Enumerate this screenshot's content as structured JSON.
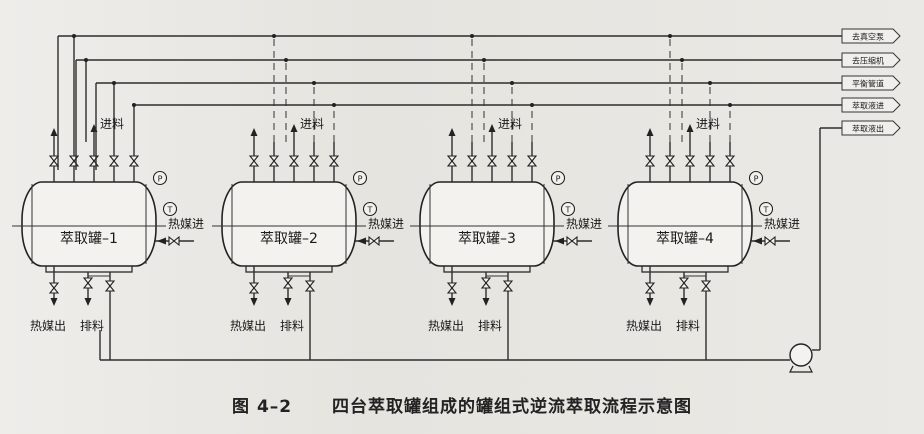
{
  "caption": {
    "figure_number": "图 4–2",
    "title": "四台萃取罐组成的罐组式逆流萃取流程示意图"
  },
  "header_lines": [
    "去真空泵",
    "去压缩机",
    "平衡管道",
    "萃取液进",
    "萃取液出"
  ],
  "tanks": [
    {
      "name": "萃取罐–1",
      "feed": "进料",
      "heat_in": "热媒进",
      "heat_out": "热媒出",
      "discharge": "排料",
      "pressure": "P",
      "temperature": "T"
    },
    {
      "name": "萃取罐–2",
      "feed": "进料",
      "heat_in": "热媒进",
      "heat_out": "热媒出",
      "discharge": "排料",
      "pressure": "P",
      "temperature": "T"
    },
    {
      "name": "萃取罐–3",
      "feed": "进料",
      "heat_in": "热媒进",
      "heat_out": "热媒出",
      "discharge": "排料",
      "pressure": "P",
      "temperature": "T"
    },
    {
      "name": "萃取罐–4",
      "feed": "进料",
      "heat_in": "热媒进",
      "heat_out": "热媒出",
      "discharge": "排料",
      "pressure": "P",
      "temperature": "T"
    }
  ]
}
